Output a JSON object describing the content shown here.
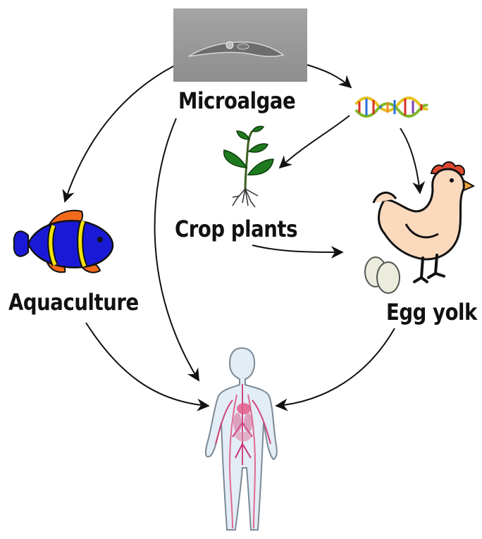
{
  "nodes": {
    "microalgae": {
      "label": "Microalgae"
    },
    "crop_plants": {
      "label": "Crop plants"
    },
    "aquaculture": {
      "label": "Aquaculture"
    },
    "egg_yolk": {
      "label": "Egg yolk"
    }
  },
  "icons": {
    "microalgae": "microalgae-micrograph-icon",
    "dna": "dna-helix-icon",
    "plant": "sprout-plant-icon",
    "fish": "clownfish-icon",
    "chicken": "hen-icon",
    "eggs": "eggs-icon",
    "human": "human-anatomy-icon"
  },
  "colors": {
    "arrow": "#111111",
    "fish_body": "#1a1ad6",
    "fish_fin": "#f26a1b",
    "fish_stripe": "#f2e30c",
    "hen_body": "#fbd9bd",
    "hen_comb": "#e0482f",
    "hen_beak": "#f2a436",
    "plant_leaf": "#1f7a1f",
    "micrograph_bg": "#9a9a9a"
  }
}
